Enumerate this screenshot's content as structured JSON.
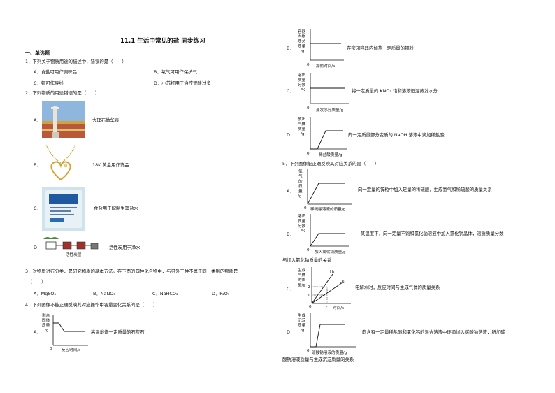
{
  "title": "11.1 生活中常见的盐 同步练习",
  "section1": "一、单选题",
  "q1": {
    "stem": "1．下列关于物质用途的描述中，错误的是（　　）",
    "A": "A．食盐可用作调味品",
    "B": "B．氧气可用作保护气",
    "C": "C．铜可作导线",
    "D": "D．小苏打用于治疗胃酸过多"
  },
  "q2": {
    "stem": "2．下列物质的用途错误的是（　　）",
    "A": {
      "label": "A．",
      "text": "大理石做华表"
    },
    "B": {
      "label": "B．",
      "text": "18K 黄金用作饰品"
    },
    "C": {
      "label": "C．",
      "text": "食盐用于配制生理盐水"
    },
    "D": {
      "label": "D．",
      "text": "活性炭用于净水",
      "img_text": "活性炭层"
    }
  },
  "q3": {
    "stem": "3．对物质进行分类，是研究物质的基本方法。在下面的四种化合物中，与另外三种不属于同一类别的物质是",
    "stem2": "（　　）",
    "A": "A．MgSO₄",
    "B": "B．NaNO₃",
    "C": "C．NaHCO₃",
    "D": "D．P₂O₅"
  },
  "q4": {
    "stem": "4．下列图像不能正确反映其对应操作中各量变化关系的是（　　）",
    "A": {
      "label": "A．",
      "desc": "高温煅烧一定质量的石灰石",
      "y_lines": [
        "剩余",
        "固体",
        "质量",
        "/g"
      ],
      "x": "反应时间/s",
      "origin": "0"
    },
    "B": {
      "label": "B．",
      "desc": "在密闭容器内加热一定质量的铜粉",
      "y_lines": [
        "容器",
        "内物",
        "质总",
        "质量",
        "/g"
      ],
      "x": "加热时间/s",
      "origin": "0"
    },
    "C": {
      "label": "C．",
      "desc": "将一定质量的 KNO₃ 饱和溶液恒温蒸发水分",
      "y_lines": [
        "溶质",
        "质量",
        "分数",
        "/%"
      ],
      "x": "蒸发水分质量/g",
      "origin": "0"
    },
    "D": {
      "label": "D．",
      "desc": "向一定质量部分变质的 NaOH 溶液中滴加稀盐酸",
      "y_lines": [
        "放出",
        "气体",
        "质量",
        "/g"
      ],
      "x": "稀盐酸质量/g",
      "origin": "0"
    }
  },
  "q5": {
    "stem": "5．下列图像能正确反映其对应关系的是（　　）",
    "A": {
      "label": "A．",
      "desc": "向一定量的锌粒中加入足量的稀硫酸，生成氢气和稀硫酸的质量关系",
      "y_lines": [
        "氢",
        "气",
        "的",
        "质",
        "量",
        "/g"
      ],
      "x": "稀硫酸溶液的质量/g",
      "origin": "0"
    },
    "B": {
      "label": "B．",
      "desc": "某温度下，向一定量不饱和氯化钠溶液中加入氯化钠晶体，溶质质量分数",
      "desc2": "与加入氯化钠质量的关系",
      "y_lines": [
        "溶质",
        "质量",
        "分数",
        "/%"
      ],
      "x": "加入氯化钠质量/g",
      "origin": "0"
    },
    "C": {
      "label": "C．",
      "desc": "电解水时，反应时间与生成气体的质量关系",
      "y_lines": [
        "生成",
        "气体",
        "的质",
        "量/g"
      ],
      "x": "时间/s",
      "origin": "0",
      "t": "t",
      "tick2": "2",
      "tick1": "1",
      "h2": "H₂",
      "o2": "O₂"
    },
    "D": {
      "label": "D．",
      "desc": "向含有一定量稀盐酸和氯化钙的混合溶液中逐滴加入碳酸钠溶液，所加碳",
      "desc2": "酸钠溶液质量与生成沉淀质量的关系",
      "y_lines": [
        "生成",
        "沉淀",
        "质量",
        "/g"
      ],
      "x": "碳酸钠溶液的质量/g",
      "origin": "0"
    }
  },
  "colors": {
    "text": "#111111",
    "line": "#111111",
    "bracket": "#777777"
  }
}
